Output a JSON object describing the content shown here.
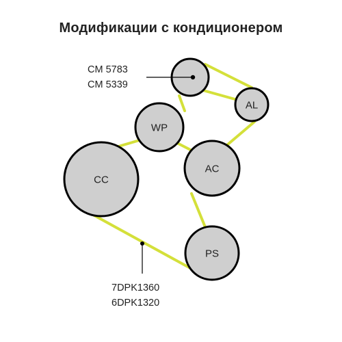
{
  "title": "Модификации с кондиционером",
  "title_mark": "",
  "colors": {
    "belt": "#d4e03a",
    "pulley_fill": "#cfcfcf",
    "pulley_stroke": "#000000",
    "text": "#222222"
  },
  "pulleys": {
    "tensioner": {
      "label": ""
    },
    "al": {
      "label": "AL"
    },
    "wp": {
      "label": "WP"
    },
    "ac": {
      "label": "AC"
    },
    "cc": {
      "label": "CC"
    },
    "ps": {
      "label": "PS"
    }
  },
  "callouts": {
    "tensioner_codes": [
      "CM 5783",
      "CM 5339"
    ],
    "belt_codes": [
      "7DPK1360",
      "6DPK1320"
    ]
  }
}
